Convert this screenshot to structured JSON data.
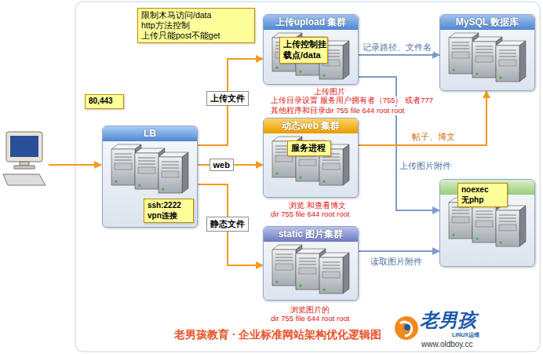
{
  "diagram": {
    "caption": "老男孩教育 · 企业标准网站架构优化逻辑图",
    "nodes": [
      {
        "text": [
          "限制木马访问/data http方法控制 上传只能post不能get"
        ]
      },
      {
        "text": [
          "上传upload 集群"
        ]
      },
      {
        "text": [
          "上传控制挂 载点/data"
        ],
        "in": 1
      },
      {
        "text": [
          "MySQL 数据库"
        ]
      },
      {
        "text": [
          "80,443"
        ]
      },
      {
        "text": [
          "LB"
        ]
      },
      {
        "text": [
          "ssh:2222 vpn连接"
        ],
        "in": 5
      },
      {
        "text": [
          "动态web 集群"
        ]
      },
      {
        "text": [
          "服务进程"
        ],
        "in": 7
      },
      {
        "text": []
      },
      {
        "text": [
          "noexec 无php"
        ],
        "in": 9
      },
      {
        "text": [
          "static 图片集群"
        ]
      }
    ],
    "edges": [
      {
        "from": 5,
        "to": 1,
        "label": "上传文件",
        "arrow": "to"
      },
      {
        "from": 5,
        "to": 7,
        "label": "web",
        "arrow": "to"
      },
      {
        "from": 5,
        "to": 11,
        "label": "静态文件",
        "arrow": "to"
      },
      {
        "from": 1,
        "to": 3,
        "label": "记录路径、文件名",
        "arrow": "to"
      },
      {
        "from": 1,
        "to": 9,
        "label": "上传图片附件",
        "arrow": "to"
      },
      {
        "from": 7,
        "to": 3,
        "label": "帖子、博文",
        "arrow": "to"
      },
      {
        "from": 11,
        "to": 9,
        "label": "读取图片附件",
        "arrow": "to"
      }
    ],
    "labels": [
      "上传图片",
      "上传目录设置 服务用户拥有者（755） 或者777",
      "其他程序和目录dir 755 file 644 root root",
      "浏览 和查看博文",
      "dir 755 file 644 root root",
      "浏览图片的",
      "dir 755 file 644 root root",
      "老男孩",
      "LINUX运维",
      "www.oldboy.cc"
    ]
  }
}
